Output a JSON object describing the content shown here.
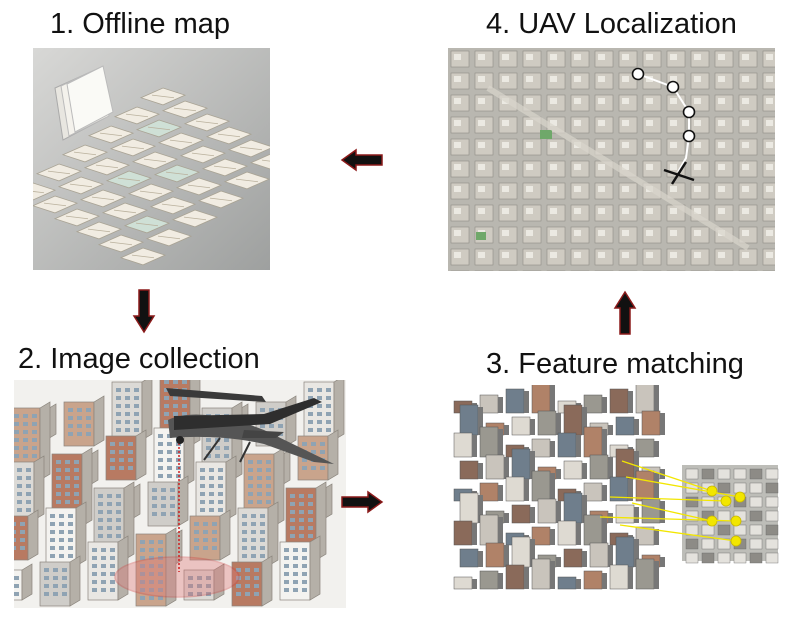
{
  "steps": [
    {
      "title": "1. Offline map"
    },
    {
      "title": "2. Image collection"
    },
    {
      "title": "3. Feature matching"
    },
    {
      "title": "4. UAV Localization"
    }
  ],
  "colors": {
    "arrow_fill": "#111111",
    "arrow_outline": "#8b1a1a",
    "match_line": "#f2e600",
    "footprint": "#e07070",
    "trajectory": "#ffffff"
  },
  "icons": {
    "offline_map": "map-tiles-icon",
    "image_collection": "drone-over-city-icon",
    "feature_matching": "city-block-matching-icon",
    "uav_localization": "aerial-city-trajectory-icon"
  }
}
